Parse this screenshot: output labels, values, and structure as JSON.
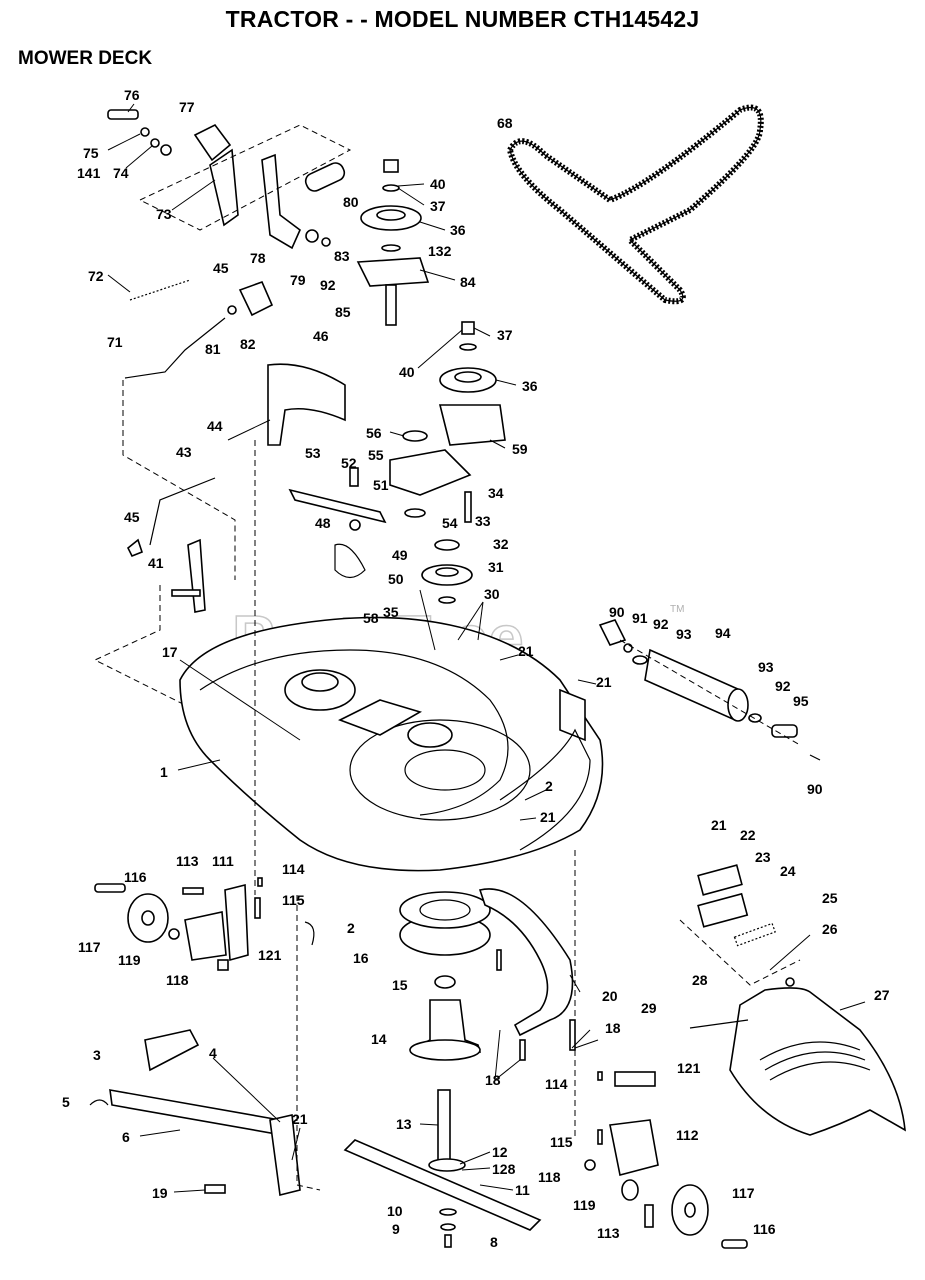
{
  "header": {
    "title": "TRACTOR - - MODEL NUMBER CTH14542J",
    "section": "MOWER DECK"
  },
  "watermark": {
    "text": "PartsTree",
    "tm": "TM"
  },
  "callouts": [
    {
      "label": "76"
    },
    {
      "label": "77"
    },
    {
      "label": "75"
    },
    {
      "label": "141"
    },
    {
      "label": "74"
    },
    {
      "label": "73"
    },
    {
      "label": "78"
    },
    {
      "label": "79"
    },
    {
      "label": "80"
    },
    {
      "label": "92"
    },
    {
      "label": "40"
    },
    {
      "label": "37"
    },
    {
      "label": "36"
    },
    {
      "label": "132"
    },
    {
      "label": "83"
    },
    {
      "label": "84"
    },
    {
      "label": "85"
    },
    {
      "label": "68"
    },
    {
      "label": "72"
    },
    {
      "label": "45"
    },
    {
      "label": "81"
    },
    {
      "label": "82"
    },
    {
      "label": "71"
    },
    {
      "label": "46"
    },
    {
      "label": "44"
    },
    {
      "label": "37"
    },
    {
      "label": "40"
    },
    {
      "label": "36"
    },
    {
      "label": "56"
    },
    {
      "label": "59"
    },
    {
      "label": "55"
    },
    {
      "label": "53"
    },
    {
      "label": "52"
    },
    {
      "label": "51"
    },
    {
      "label": "34"
    },
    {
      "label": "48"
    },
    {
      "label": "54"
    },
    {
      "label": "33"
    },
    {
      "label": "43"
    },
    {
      "label": "49"
    },
    {
      "label": "32"
    },
    {
      "label": "45"
    },
    {
      "label": "50"
    },
    {
      "label": "31"
    },
    {
      "label": "41"
    },
    {
      "label": "30"
    },
    {
      "label": "58"
    },
    {
      "label": "35"
    },
    {
      "label": "90"
    },
    {
      "label": "91"
    },
    {
      "label": "92"
    },
    {
      "label": "93"
    },
    {
      "label": "94"
    },
    {
      "label": "17"
    },
    {
      "label": "21"
    },
    {
      "label": "21"
    },
    {
      "label": "93"
    },
    {
      "label": "92"
    },
    {
      "label": "95"
    },
    {
      "label": "90"
    },
    {
      "label": "1"
    },
    {
      "label": "2"
    },
    {
      "label": "21"
    },
    {
      "label": "21"
    },
    {
      "label": "22"
    },
    {
      "label": "23"
    },
    {
      "label": "24"
    },
    {
      "label": "25"
    },
    {
      "label": "116"
    },
    {
      "label": "113"
    },
    {
      "label": "111"
    },
    {
      "label": "114"
    },
    {
      "label": "115"
    },
    {
      "label": "2"
    },
    {
      "label": "26"
    },
    {
      "label": "117"
    },
    {
      "label": "119"
    },
    {
      "label": "121"
    },
    {
      "label": "16"
    },
    {
      "label": "118"
    },
    {
      "label": "15"
    },
    {
      "label": "20"
    },
    {
      "label": "28"
    },
    {
      "label": "27"
    },
    {
      "label": "29"
    },
    {
      "label": "14"
    },
    {
      "label": "18"
    },
    {
      "label": "3"
    },
    {
      "label": "4"
    },
    {
      "label": "18"
    },
    {
      "label": "114"
    },
    {
      "label": "121"
    },
    {
      "label": "5"
    },
    {
      "label": "21"
    },
    {
      "label": "6"
    },
    {
      "label": "13"
    },
    {
      "label": "112"
    },
    {
      "label": "12"
    },
    {
      "label": "115"
    },
    {
      "label": "128"
    },
    {
      "label": "118"
    },
    {
      "label": "11"
    },
    {
      "label": "19"
    },
    {
      "label": "117"
    },
    {
      "label": "119"
    },
    {
      "label": "10"
    },
    {
      "label": "9"
    },
    {
      "label": "113"
    },
    {
      "label": "116"
    },
    {
      "label": "8"
    }
  ]
}
